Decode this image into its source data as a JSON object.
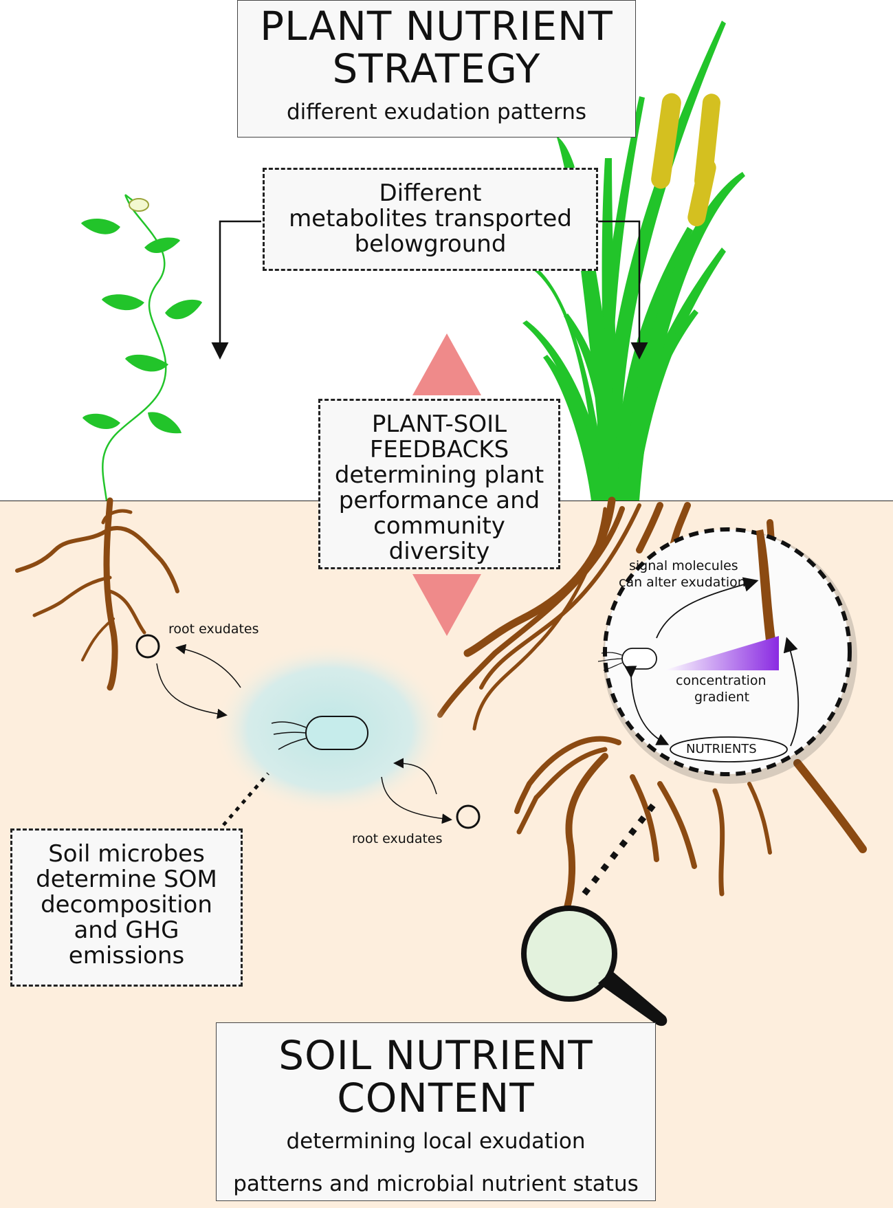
{
  "top_box": {
    "title_line1": "PLANT NUTRIENT",
    "title_line2": "STRATEGY",
    "subtitle": "different exudation patterns"
  },
  "metabolites_box": {
    "line1": "Different",
    "line2": "metabolites transported",
    "line3": "belowground"
  },
  "feedback_box": {
    "line1": "PLANT-SOIL",
    "line2": "FEEDBACKS",
    "line3": "determining plant",
    "line4": "performance and",
    "line5": "community",
    "line6": "diversity"
  },
  "microbes_box": {
    "line1": "Soil microbes",
    "line2": "determine SOM",
    "line3": "decomposition",
    "line4": "and GHG",
    "line5": "emissions"
  },
  "bottom_box": {
    "title_line1": "SOIL NUTRIENT",
    "title_line2": "CONTENT",
    "sub_line1": "determining local exudation",
    "sub_line2": "patterns and microbial nutrient status"
  },
  "labels": {
    "root_exudates_left": "root exudates",
    "root_exudates_right": "root exudates",
    "signal_line1": "signal molecules",
    "signal_line2": "can alter exudation",
    "gradient_line1": "concentration",
    "gradient_line2": "gradient",
    "nutrients": "NUTRIENTS"
  },
  "colors": {
    "soil": "#fdeedd",
    "leaf_green": "#22c42a",
    "root_brown": "#8b4a12",
    "cattail_yellow": "#d4c020",
    "triangle_pink": "#ef8a8a",
    "gradient_purple": "#8a2be2",
    "microbe_halo": "#bfe3e3"
  }
}
